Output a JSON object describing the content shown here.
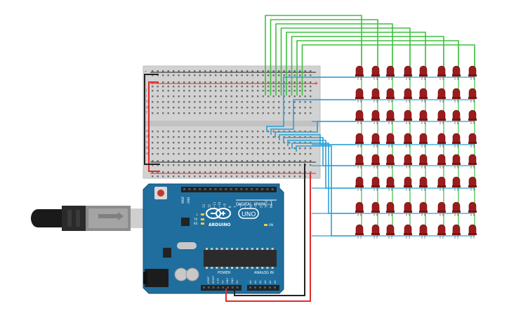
{
  "breadboard": {
    "row_letters_top": [
      "j",
      "i",
      "h",
      "g",
      "f"
    ],
    "row_letters_bottom": [
      "e",
      "d",
      "c",
      "b",
      "a"
    ],
    "rail_minus": "-",
    "rail_plus": "+"
  },
  "arduino": {
    "brand": "ARDUINO",
    "model": "UNO",
    "digital_label": "DIGITAL (PWM ~)",
    "power_label": "POWER",
    "analog_label": "ANALOG IN",
    "on_label": "ON",
    "l_label": "L",
    "tx_label": "TX",
    "rx_label": "RX",
    "aref_label": "AREF",
    "gnd_label": "GND",
    "digital_pins": [
      "13",
      "12",
      "~11",
      "~10",
      "~9",
      "8",
      "7",
      "~6",
      "~5",
      "4",
      "~3",
      "2",
      "TX→1",
      "RX←0"
    ],
    "power_pins": [
      "IOREF",
      "RESET",
      "3.3V",
      "5V",
      "GND",
      "GND",
      "Vin"
    ],
    "analog_pins": [
      "A0",
      "A1",
      "A2",
      "A3",
      "A4",
      "A5"
    ]
  },
  "led_matrix": {
    "rows": 8,
    "cols": 8,
    "led_color": "#9b1c1c"
  },
  "wire_colors": {
    "green": "#3fbf3f",
    "blue": "#2a9fd6",
    "red": "#e02b2b",
    "black": "#222222"
  }
}
